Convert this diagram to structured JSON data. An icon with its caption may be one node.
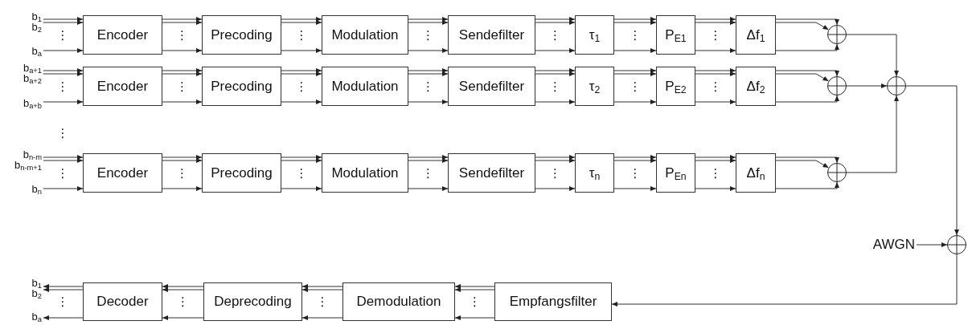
{
  "diagram": {
    "nodes": [
      {
        "text": [
          "b$_{1}$"
        ]
      },
      {
        "text": [
          "b$_{2}$"
        ]
      },
      {
        "text": [
          "b$_{a}$"
        ]
      },
      {
        "text": [
          "Encoder"
        ]
      },
      {
        "text": [
          "Precoding"
        ]
      },
      {
        "text": [
          "Modulation"
        ]
      },
      {
        "text": [
          "Sendefilter"
        ]
      },
      {
        "text": [
          "τ$_{1}$"
        ]
      },
      {
        "text": [
          "P$_{E1}$"
        ]
      },
      {
        "text": [
          "Δf$_{1}$"
        ]
      },
      {
        "text": [],
        "shape": "circle"
      },
      {
        "text": [
          "b$_{a+1}$"
        ]
      },
      {
        "text": [
          "b$_{a+2}$"
        ]
      },
      {
        "text": [
          "b$_{a+b}$"
        ]
      },
      {
        "text": [
          "Encoder"
        ]
      },
      {
        "text": [
          "Precoding"
        ]
      },
      {
        "text": [
          "Modulation"
        ]
      },
      {
        "text": [
          "Sendefilter"
        ]
      },
      {
        "text": [
          "τ$_{2}$"
        ]
      },
      {
        "text": [
          "P$_{E2}$"
        ]
      },
      {
        "text": [
          "Δf$_{2}$"
        ]
      },
      {
        "text": [],
        "shape": "circle"
      },
      {
        "text": [
          "b$_{n-m}$"
        ]
      },
      {
        "text": [
          "b$_{n-m+1}$"
        ]
      },
      {
        "text": [
          "b$_{n}$"
        ]
      },
      {
        "text": [
          "Encoder"
        ]
      },
      {
        "text": [
          "Precoding"
        ]
      },
      {
        "text": [
          "Modulation"
        ]
      },
      {
        "text": [
          "Sendefilter"
        ]
      },
      {
        "text": [
          "τ$_{n}$"
        ]
      },
      {
        "text": [
          "P$_{En}$"
        ]
      },
      {
        "text": [
          "Δf$_{n}$"
        ]
      },
      {
        "text": [],
        "shape": "circle"
      },
      {
        "text": [],
        "shape": "circle"
      },
      {
        "text": [
          "AWGN"
        ]
      },
      {
        "text": [],
        "shape": "circle"
      },
      {
        "text": [
          "b$_{1}$"
        ]
      },
      {
        "text": [
          "b$_{2}$"
        ]
      },
      {
        "text": [
          "b$_{a}$"
        ]
      },
      {
        "text": [
          "Decoder"
        ]
      },
      {
        "text": [
          "Deprecoding"
        ]
      },
      {
        "text": [
          "Demodulation"
        ]
      },
      {
        "text": [
          "Empfangsfilter"
        ]
      }
    ],
    "edges": [
      {
        "from": 0,
        "to": 3,
        "arrow": "to"
      },
      {
        "from": 1,
        "to": 3,
        "arrow": "to"
      },
      {
        "from": 2,
        "to": 3,
        "arrow": "to"
      },
      {
        "from": 3,
        "to": 4,
        "arrow": "to"
      },
      {
        "from": 3,
        "to": 4,
        "arrow": "to"
      },
      {
        "from": 3,
        "to": 4,
        "arrow": "to"
      },
      {
        "from": 4,
        "to": 5,
        "arrow": "to"
      },
      {
        "from": 4,
        "to": 5,
        "arrow": "to"
      },
      {
        "from": 4,
        "to": 5,
        "arrow": "to"
      },
      {
        "from": 5,
        "to": 6,
        "arrow": "to"
      },
      {
        "from": 5,
        "to": 6,
        "arrow": "to"
      },
      {
        "from": 5,
        "to": 6,
        "arrow": "to"
      },
      {
        "from": 6,
        "to": 7,
        "arrow": "to"
      },
      {
        "from": 6,
        "to": 7,
        "arrow": "to"
      },
      {
        "from": 6,
        "to": 7,
        "arrow": "to"
      },
      {
        "from": 7,
        "to": 8,
        "arrow": "to"
      },
      {
        "from": 7,
        "to": 8,
        "arrow": "to"
      },
      {
        "from": 7,
        "to": 8,
        "arrow": "to"
      },
      {
        "from": 8,
        "to": 9,
        "arrow": "to"
      },
      {
        "from": 8,
        "to": 9,
        "arrow": "to"
      },
      {
        "from": 8,
        "to": 9,
        "arrow": "to"
      },
      {
        "from": 9,
        "to": 10,
        "arrow": "to"
      },
      {
        "from": 9,
        "to": 10,
        "arrow": "to"
      },
      {
        "from": 9,
        "to": 10,
        "arrow": "to"
      },
      {
        "from": 11,
        "to": 14,
        "arrow": "to"
      },
      {
        "from": 12,
        "to": 14,
        "arrow": "to"
      },
      {
        "from": 13,
        "to": 14,
        "arrow": "to"
      },
      {
        "from": 14,
        "to": 15,
        "arrow": "to"
      },
      {
        "from": 14,
        "to": 15,
        "arrow": "to"
      },
      {
        "from": 14,
        "to": 15,
        "arrow": "to"
      },
      {
        "from": 15,
        "to": 16,
        "arrow": "to"
      },
      {
        "from": 15,
        "to": 16,
        "arrow": "to"
      },
      {
        "from": 15,
        "to": 16,
        "arrow": "to"
      },
      {
        "from": 16,
        "to": 17,
        "arrow": "to"
      },
      {
        "from": 16,
        "to": 17,
        "arrow": "to"
      },
      {
        "from": 16,
        "to": 17,
        "arrow": "to"
      },
      {
        "from": 17,
        "to": 18,
        "arrow": "to"
      },
      {
        "from": 17,
        "to": 18,
        "arrow": "to"
      },
      {
        "from": 17,
        "to": 18,
        "arrow": "to"
      },
      {
        "from": 18,
        "to": 19,
        "arrow": "to"
      },
      {
        "from": 18,
        "to": 19,
        "arrow": "to"
      },
      {
        "from": 18,
        "to": 19,
        "arrow": "to"
      },
      {
        "from": 19,
        "to": 20,
        "arrow": "to"
      },
      {
        "from": 19,
        "to": 20,
        "arrow": "to"
      },
      {
        "from": 19,
        "to": 20,
        "arrow": "to"
      },
      {
        "from": 20,
        "to": 21,
        "arrow": "to"
      },
      {
        "from": 20,
        "to": 21,
        "arrow": "to"
      },
      {
        "from": 20,
        "to": 21,
        "arrow": "to"
      },
      {
        "from": 22,
        "to": 25,
        "arrow": "to"
      },
      {
        "from": 23,
        "to": 25,
        "arrow": "to"
      },
      {
        "from": 24,
        "to": 25,
        "arrow": "to"
      },
      {
        "from": 25,
        "to": 26,
        "arrow": "to"
      },
      {
        "from": 25,
        "to": 26,
        "arrow": "to"
      },
      {
        "from": 25,
        "to": 26,
        "arrow": "to"
      },
      {
        "from": 26,
        "to": 27,
        "arrow": "to"
      },
      {
        "from": 26,
        "to": 27,
        "arrow": "to"
      },
      {
        "from": 26,
        "to": 27,
        "arrow": "to"
      },
      {
        "from": 27,
        "to": 28,
        "arrow": "to"
      },
      {
        "from": 27,
        "to": 28,
        "arrow": "to"
      },
      {
        "from": 27,
        "to": 28,
        "arrow": "to"
      },
      {
        "from": 28,
        "to": 29,
        "arrow": "to"
      },
      {
        "from": 28,
        "to": 29,
        "arrow": "to"
      },
      {
        "from": 28,
        "to": 29,
        "arrow": "to"
      },
      {
        "from": 29,
        "to": 30,
        "arrow": "to"
      },
      {
        "from": 29,
        "to": 30,
        "arrow": "to"
      },
      {
        "from": 29,
        "to": 30,
        "arrow": "to"
      },
      {
        "from": 30,
        "to": 31,
        "arrow": "to"
      },
      {
        "from": 30,
        "to": 31,
        "arrow": "to"
      },
      {
        "from": 30,
        "to": 31,
        "arrow": "to"
      },
      {
        "from": 31,
        "to": 32,
        "arrow": "to"
      },
      {
        "from": 31,
        "to": 32,
        "arrow": "to"
      },
      {
        "from": 31,
        "to": 32,
        "arrow": "to"
      },
      {
        "from": 10,
        "to": 33,
        "arrow": "to"
      },
      {
        "from": 21,
        "to": 33,
        "arrow": "to"
      },
      {
        "from": 32,
        "to": 33,
        "arrow": "to"
      },
      {
        "from": 33,
        "to": 35,
        "arrow": "to"
      },
      {
        "from": 34,
        "to": 35,
        "arrow": "to"
      },
      {
        "from": 35,
        "to": 42,
        "arrow": "to"
      },
      {
        "from": 42,
        "to": 41,
        "arrow": "to"
      },
      {
        "from": 42,
        "to": 41,
        "arrow": "to"
      },
      {
        "from": 42,
        "to": 41,
        "arrow": "to"
      },
      {
        "from": 41,
        "to": 40,
        "arrow": "to"
      },
      {
        "from": 41,
        "to": 40,
        "arrow": "to"
      },
      {
        "from": 41,
        "to": 40,
        "arrow": "to"
      },
      {
        "from": 40,
        "to": 39,
        "arrow": "to"
      },
      {
        "from": 40,
        "to": 39,
        "arrow": "to"
      },
      {
        "from": 40,
        "to": 39,
        "arrow": "to"
      },
      {
        "from": 39,
        "to": 36,
        "arrow": "to"
      },
      {
        "from": 39,
        "to": 37,
        "arrow": "to"
      },
      {
        "from": 39,
        "to": 38,
        "arrow": "to"
      }
    ],
    "labels": [
      "⋮",
      "⋮",
      "⋮",
      "⋮",
      "⋮",
      "⋮",
      "⋮",
      "⋮",
      "⋮",
      "⋮",
      "⋮",
      "⋮",
      "⋮",
      "⋮",
      "⋮",
      "⋮",
      "⋮",
      "⋮",
      "⋮",
      "⋮",
      "⋮",
      "⋮",
      "⋮",
      "⋮",
      "⋮",
      "⋮"
    ]
  }
}
